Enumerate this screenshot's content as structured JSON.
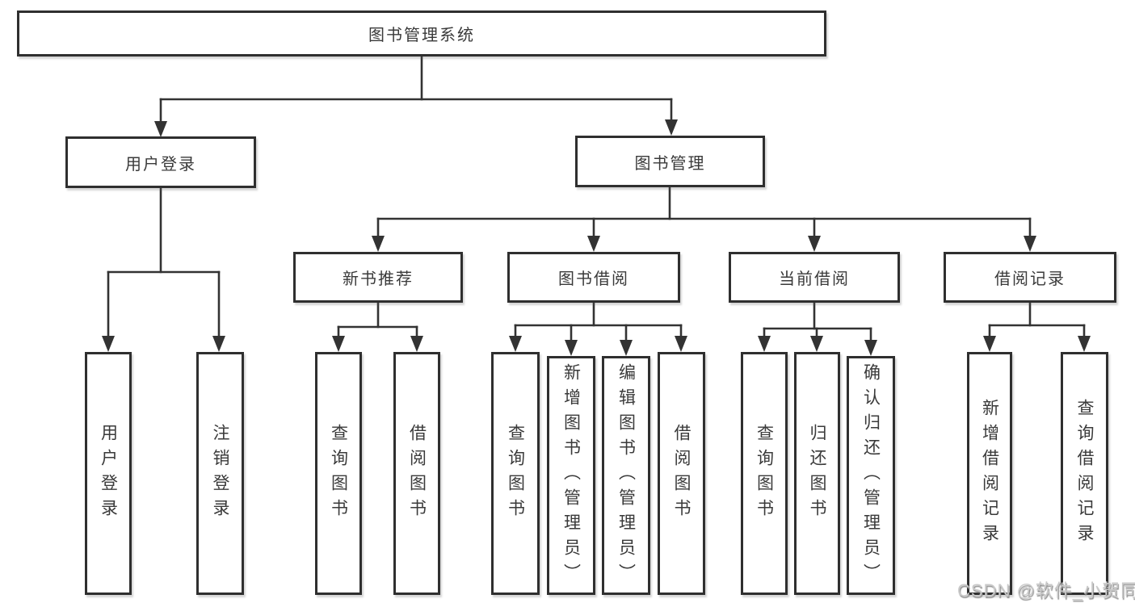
{
  "colors": {
    "background": "#ffffff",
    "line": "#333333",
    "box_border": "#2f2f2f",
    "text": "#3a3a3a",
    "watermark_text": "#c9c9c9"
  },
  "diagram": {
    "title": "图书管理系统",
    "level2": [
      {
        "label": "用户登录"
      },
      {
        "label": "图书管理"
      }
    ],
    "level3": [
      {
        "label": "新书推荐"
      },
      {
        "label": "图书借阅"
      },
      {
        "label": "当前借阅"
      },
      {
        "label": "借阅记录"
      }
    ],
    "leaves": {
      "user_login": [
        "用户登录",
        "注销登录"
      ],
      "new_book_recommend": [
        "查询图书",
        "借阅图书"
      ],
      "book_borrow": [
        "查询图书",
        "新增图书（管理员）",
        "编辑图书（管理员）",
        "借阅图书"
      ],
      "current_borrow": [
        "查询图书",
        "归还图书",
        "确认归还（管理员）"
      ],
      "borrow_records": [
        "新增借阅记录",
        "查询借阅记录"
      ]
    }
  },
  "watermark": "CSDN @软件_小贺同学"
}
